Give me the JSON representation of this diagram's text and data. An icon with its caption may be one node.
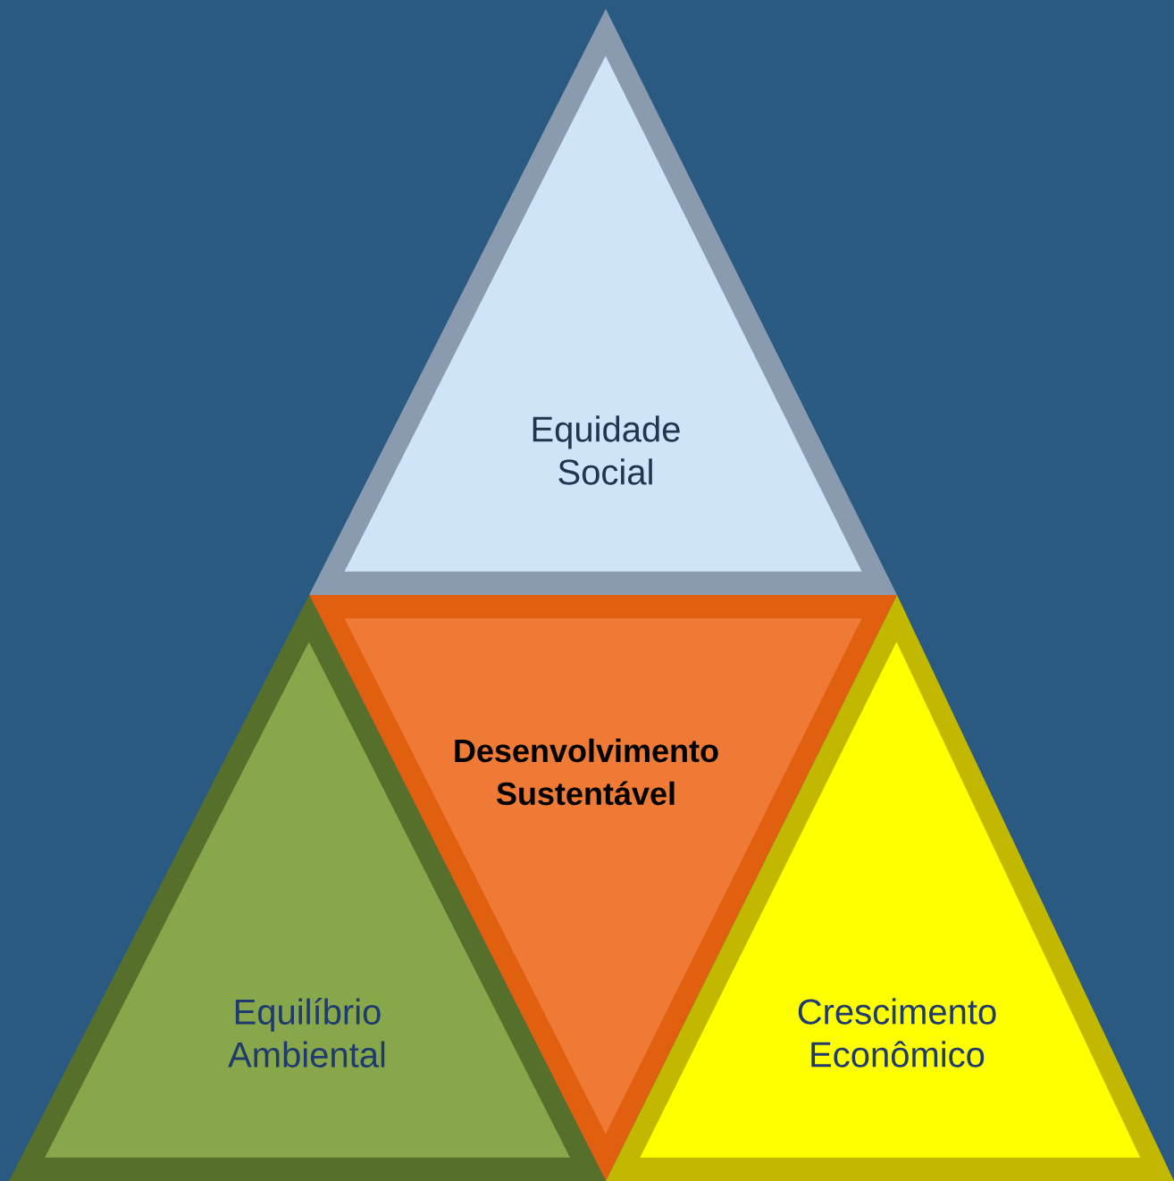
{
  "diagram": {
    "nodes": [
      {
        "text": [
          "Equidade Social"
        ]
      },
      {
        "text": [
          "Desenvolvimento Sustentável"
        ]
      },
      {
        "text": [
          "Equilíbrio Ambiental"
        ]
      },
      {
        "text": [
          "Crescimento Econômico"
        ]
      }
    ]
  }
}
